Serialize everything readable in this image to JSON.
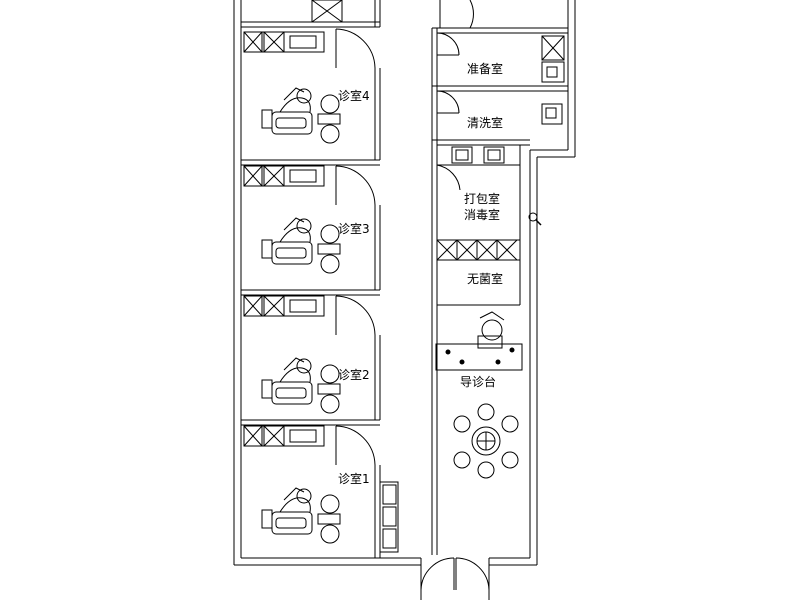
{
  "labels": {
    "prep_room": "准备室",
    "wash_room": "清洗室",
    "pack_room": "打包室",
    "disinfect_room": "消毒室",
    "sterile_room": "无菌室",
    "reception": "导诊台",
    "exam_room_4": "诊室4",
    "exam_room_3": "诊室3",
    "exam_room_2": "诊室2",
    "exam_room_1": "诊室1"
  },
  "icons": {
    "cursor": "zoom-magnifier-icon",
    "dental_chair": "dental-chair-icon",
    "door": "door-swing-icon"
  },
  "colors": {
    "line": "#000000",
    "background": "#ffffff"
  }
}
